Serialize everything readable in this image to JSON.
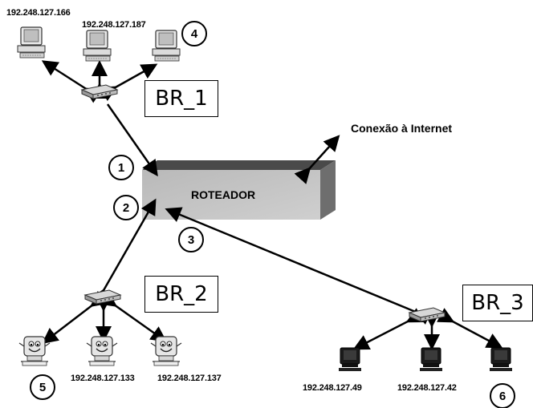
{
  "router": {
    "label": "ROTEADOR"
  },
  "internet": {
    "label": "Conexão à Internet"
  },
  "switches": [
    {
      "label": "BR_1"
    },
    {
      "label": "BR_2"
    },
    {
      "label": "BR_3"
    }
  ],
  "links": [
    "1",
    "2",
    "3",
    "4",
    "5",
    "6"
  ],
  "hosts": {
    "br1": [
      "192.248.127.166",
      "192.248.127.187"
    ],
    "br2": [
      "192.248.127.133",
      "192.248.127.137"
    ],
    "br3": [
      "192.248.127.49",
      "192.248.127.42"
    ]
  }
}
